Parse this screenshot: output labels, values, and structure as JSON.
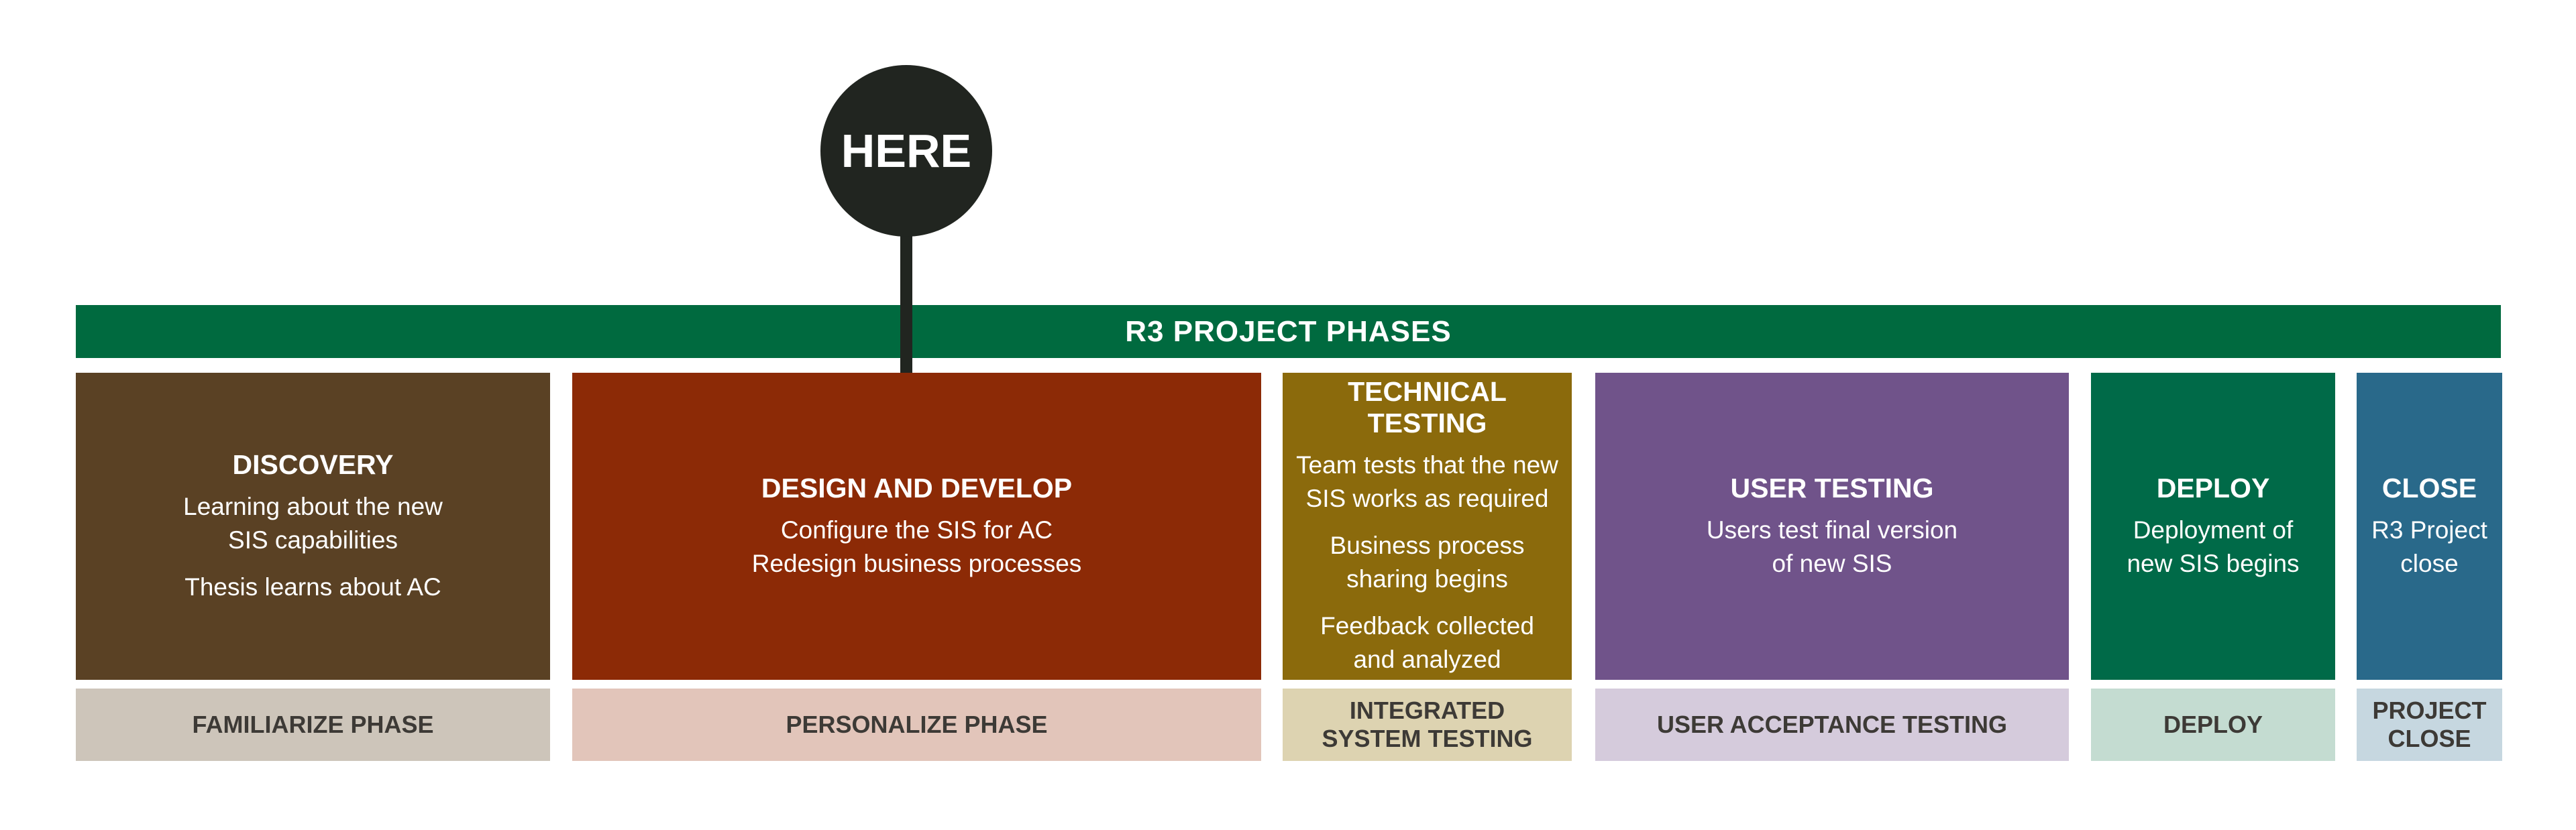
{
  "banner": {
    "title": "R3 PROJECT PHASES",
    "color": "#006a3f"
  },
  "marker": {
    "label": "HERE",
    "color": "#212520"
  },
  "phases": [
    {
      "title": "DISCOVERY",
      "lines": [
        "Learning about the new\nSIS capabilities",
        "Thesis learns about AC"
      ],
      "color": "#5a4124",
      "sub_label": "FAMILIARIZE PHASE",
      "sub_color": "#cdc5ba"
    },
    {
      "title": "DESIGN AND DEVELOP",
      "lines": [
        "Configure the SIS for AC\nRedesign business processes"
      ],
      "color": "#8c2a06",
      "sub_label": "PERSONALIZE PHASE",
      "sub_color": "#e2c5ba"
    },
    {
      "title": "TECHNICAL TESTING",
      "lines": [
        "Team tests that the new\nSIS works as required",
        "Business process\nsharing begins",
        "Feedback collected\nand analyzed"
      ],
      "color": "#8b6a0c",
      "sub_label": "INTEGRATED\nSYSTEM TESTING",
      "sub_color": "#ddd3b1"
    },
    {
      "title": "USER TESTING",
      "lines": [
        "Users test final version\nof new SIS"
      ],
      "color": "#70538a",
      "sub_label": "USER ACCEPTANCE TESTING",
      "sub_color": "#d5cbdc"
    },
    {
      "title": "DEPLOY",
      "lines": [
        "Deployment of\nnew SIS begins"
      ],
      "color": "#006a48",
      "sub_label": "DEPLOY",
      "sub_color": "#c4dcd1"
    },
    {
      "title": "CLOSE",
      "lines": [
        "R3 Project\nclose"
      ],
      "color": "#29698a",
      "sub_label": "PROJECT\nCLOSE",
      "sub_color": "#c6d7e0"
    }
  ]
}
